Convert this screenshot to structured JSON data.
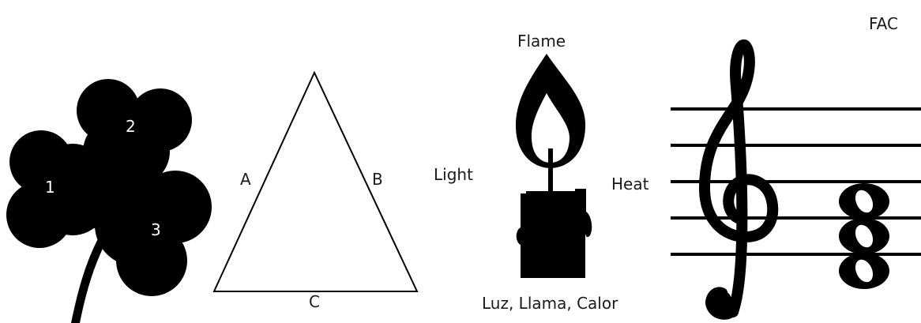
{
  "shamrock": {
    "leaf_labels": [
      "1",
      "2",
      "3"
    ]
  },
  "triangle": {
    "side_labels": [
      "A",
      "B",
      "C"
    ]
  },
  "candle": {
    "top_label": "Flame",
    "left_label": "Light",
    "right_label": "Heat",
    "bottom_label": "Luz, Llama, Calor"
  },
  "music": {
    "chord_label": "FAC",
    "clef": "treble-clef"
  },
  "colors": {
    "ink": "#000000",
    "label_text": "#1a1a1a",
    "label_on_black": "#ffffff",
    "background": "#ffffff"
  }
}
